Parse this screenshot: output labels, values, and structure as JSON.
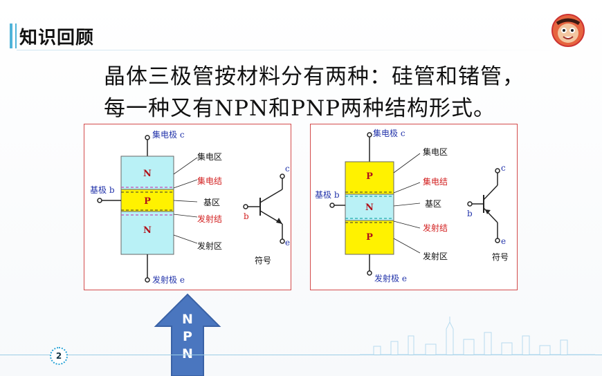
{
  "header": {
    "title": "知识回顾"
  },
  "intro": {
    "line1": "晶体三极管按材料分有两种：硅管和锗管，",
    "line2": "每一种又有NPN和PNP两种结构形式。"
  },
  "npn": {
    "collector_terminal": "集电极 c",
    "base_terminal": "基极 b",
    "emitter_terminal": "发射极 e",
    "layers": [
      "N",
      "P",
      "N"
    ],
    "region_labels": {
      "collector_region": "集电区",
      "collector_junction": "集电结",
      "base_region": "基区",
      "emitter_junction": "发射结",
      "emitter_region": "发射区"
    },
    "symbol": {
      "c": "c",
      "b": "b",
      "e": "e",
      "caption": "符号"
    }
  },
  "pnp": {
    "collector_terminal": "集电极 c",
    "base_terminal": "基极 b",
    "emitter_terminal": "发射极 e",
    "layers": [
      "P",
      "N",
      "P"
    ],
    "region_labels": {
      "collector_region": "集电区",
      "collector_junction": "集电结",
      "base_region": "基区",
      "emitter_junction": "发射结",
      "emitter_region": "发射区"
    },
    "symbol": {
      "c": "c",
      "b": "b",
      "e": "e",
      "caption": "符号"
    }
  },
  "callout": {
    "letters": [
      "N",
      "P",
      "N"
    ]
  },
  "footer": {
    "page_number": "2"
  },
  "colors": {
    "accent": "#4fb3d9",
    "panel_border": "#d34a4a",
    "yellow": "#fff200",
    "cyan": "#b9f1f6",
    "arrow": "#4a76bf"
  }
}
